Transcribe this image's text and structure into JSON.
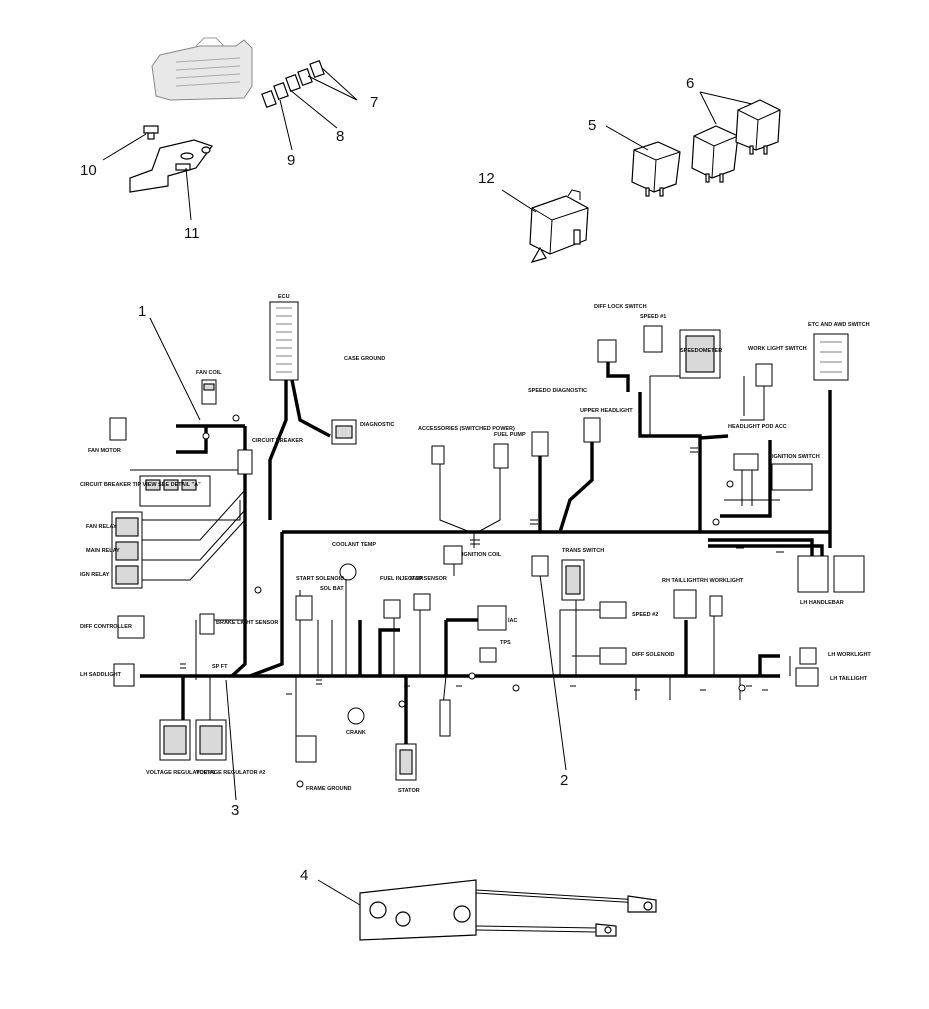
{
  "callouts": [
    "1",
    "2",
    "3",
    "4",
    "5",
    "6",
    "7",
    "8",
    "9",
    "10",
    "11",
    "12"
  ],
  "labels": {
    "fan_coil": "FAN COIL",
    "ecu": "ECU",
    "case_ground": "CASE GROUND",
    "diagnostic": "DIAGNOSTIC",
    "circuit_breaker": "CIRCUIT BREAKER",
    "fan_motor": "FAN MOTOR",
    "circuit_breaker_tip": "CIRCUIT BREAKER TIP VIEW SEE DETAIL \"A\"",
    "fan_relay": "FAN RELAY",
    "main_relay": "MAIN RELAY",
    "ign_relay": "IGN RELAY",
    "accessories": "ACCESSORIES (SWITCHED POWER)",
    "fuel_pump": "FUEL PUMP",
    "speedo_diagnostic": "SPEEDO DIAGNOSTIC",
    "upper_headlight": "UPPER HEADLIGHT",
    "diff_lock_switch": "DIFF LOCK SWITCH",
    "speed1": "SPEED #1",
    "speedometer": "SPEEDOMETER",
    "work_light_switch": "WORK LIGHT SWITCH",
    "etc_awd_switch": "ETC AND AWD SWITCH",
    "headlight_pod": "HEADLIGHT POD ACC",
    "ignition_switch": "IGNITION SWITCH",
    "coolant_temp": "COOLANT TEMP",
    "ignition_coil": "IGNITION COIL",
    "trans_switch": "TRANS SWITCH",
    "start_solenoid": "START SOLENOID",
    "sol_bat": "SOL BAT",
    "fuel_injector": "FUEL INJECTOR",
    "map_sensor": "MAP SENSOR",
    "iac": "IAC",
    "tps": "TPS",
    "speed2": "SPEED #2",
    "diff_solenoid": "DIFF SOLENOID",
    "rh_taillight": "RH TAILLIGHT",
    "rh_worklight": "RH WORKLIGHT",
    "lh_worklight": "LH WORKLIGHT",
    "lh_taillight": "LH TAILLIGHT",
    "lh_handlebar": "LH HANDLEBAR",
    "brake_light_sensor": "BRAKE LIGHT SENSOR",
    "diff_controller": "DIFF CONTROLLER",
    "lh_saddlight": "LH SADDLIGHT",
    "voltage_reg1": "VOLTAGE REGULATOR #1",
    "voltage_reg2": "VOLTAGE REGULATOR #2",
    "frame_ground": "FRAME GROUND",
    "crank": "CRANK",
    "stator": "STATOR",
    "sp_ft": "SP FT"
  },
  "colors": {
    "ink": "#000000",
    "paper": "#ffffff",
    "shade": "#d9d9d9"
  }
}
